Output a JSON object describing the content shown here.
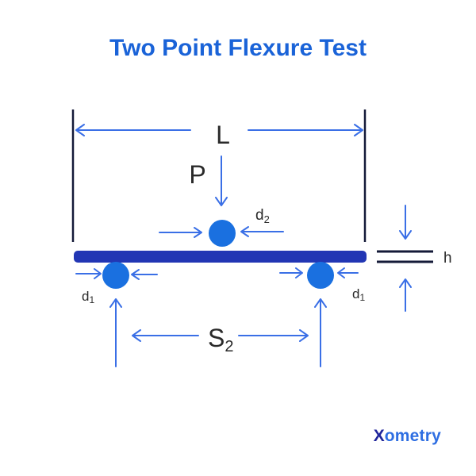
{
  "title": "Two Point Flexure Test",
  "colors": {
    "title_blue": "#1a63d8",
    "arrow_blue": "#3a6fe6",
    "circle_blue": "#1a70e0",
    "beam_blue": "#2236b4",
    "line_dark": "#141a38",
    "label_dark": "#2a2a2a",
    "logo_x_dark": "#20269b",
    "logo_text_blue": "#2e6ee2"
  },
  "labels": {
    "length": "L",
    "load": "P",
    "load_nose_diameter_main": "d",
    "load_nose_diameter_sub": "2",
    "support_diameter_main": "d",
    "support_diameter_sub": "1",
    "span_main": "S",
    "span_sub": "2",
    "thickness": "h"
  },
  "logo": {
    "mark": "X",
    "name": "ometry"
  }
}
